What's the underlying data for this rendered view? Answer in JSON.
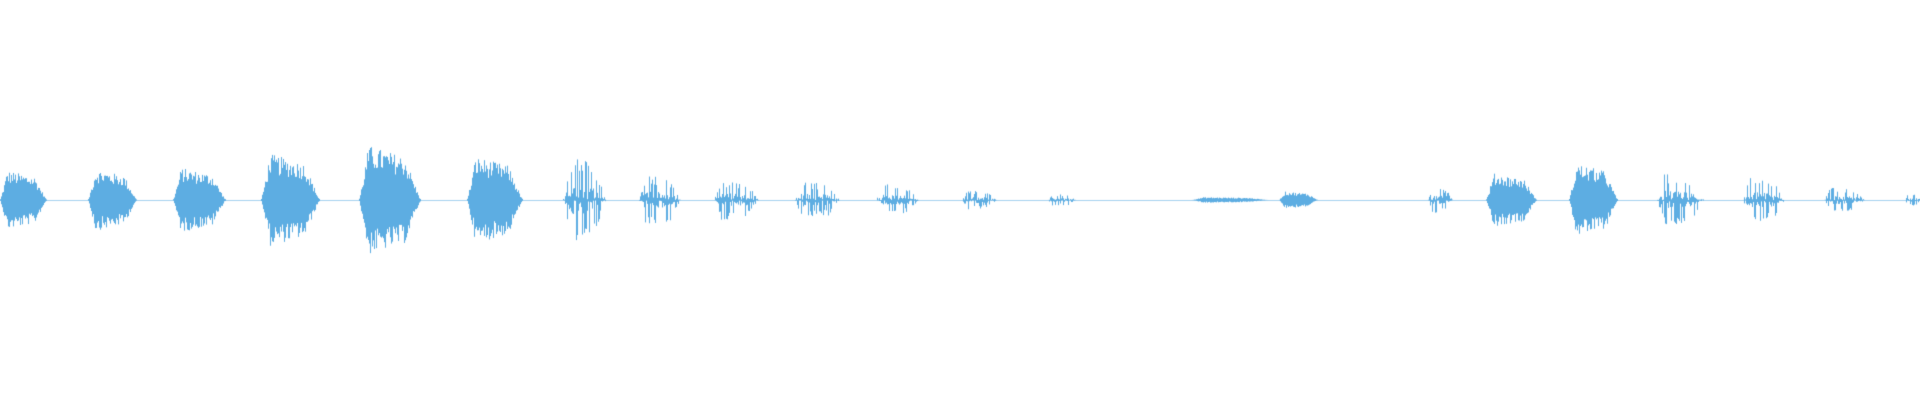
{
  "waveform": {
    "color": "#5dade2",
    "background": "#ffffff",
    "bursts": [
      {
        "start": 0.0,
        "end": 0.024,
        "amp": 0.42,
        "shape": "dense"
      },
      {
        "start": 0.046,
        "end": 0.071,
        "amp": 0.44,
        "shape": "dense"
      },
      {
        "start": 0.09,
        "end": 0.117,
        "amp": 0.46,
        "shape": "dense"
      },
      {
        "start": 0.136,
        "end": 0.166,
        "amp": 0.66,
        "shape": "dense"
      },
      {
        "start": 0.187,
        "end": 0.219,
        "amp": 0.78,
        "shape": "dense"
      },
      {
        "start": 0.243,
        "end": 0.272,
        "amp": 0.62,
        "shape": "dense"
      },
      {
        "start": 0.293,
        "end": 0.315,
        "amp": 0.66,
        "shape": "spiky"
      },
      {
        "start": 0.333,
        "end": 0.354,
        "amp": 0.38,
        "shape": "spiky"
      },
      {
        "start": 0.372,
        "end": 0.395,
        "amp": 0.3,
        "shape": "spiky"
      },
      {
        "start": 0.414,
        "end": 0.437,
        "amp": 0.28,
        "shape": "spiky"
      },
      {
        "start": 0.456,
        "end": 0.478,
        "amp": 0.24,
        "shape": "spiky"
      },
      {
        "start": 0.501,
        "end": 0.519,
        "amp": 0.14,
        "shape": "spiky"
      },
      {
        "start": 0.546,
        "end": 0.56,
        "amp": 0.09,
        "shape": "spiky"
      },
      {
        "start": 0.621,
        "end": 0.66,
        "amp": 0.04,
        "shape": "dense"
      },
      {
        "start": 0.666,
        "end": 0.686,
        "amp": 0.12,
        "shape": "dense"
      },
      {
        "start": 0.744,
        "end": 0.756,
        "amp": 0.2,
        "shape": "spiky"
      },
      {
        "start": 0.774,
        "end": 0.8,
        "amp": 0.38,
        "shape": "dense"
      },
      {
        "start": 0.817,
        "end": 0.842,
        "amp": 0.52,
        "shape": "dense"
      },
      {
        "start": 0.863,
        "end": 0.887,
        "amp": 0.38,
        "shape": "spiky"
      },
      {
        "start": 0.908,
        "end": 0.929,
        "amp": 0.34,
        "shape": "spiky"
      },
      {
        "start": 0.95,
        "end": 0.971,
        "amp": 0.18,
        "shape": "spiky"
      },
      {
        "start": 0.992,
        "end": 1.0,
        "amp": 0.1,
        "shape": "spiky"
      }
    ]
  }
}
